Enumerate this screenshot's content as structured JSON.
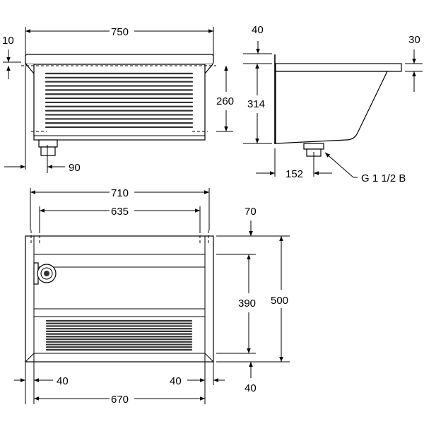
{
  "front_view": {
    "width_750": "750",
    "rim_10": "10",
    "depth_260": "260",
    "drain_offset_90": "90"
  },
  "side_view": {
    "wall_40": "40",
    "height_314": "314",
    "rim_30": "30",
    "drain_offset_152": "152",
    "thread_label": "G 1 1/2 B"
  },
  "plan_view": {
    "width_710": "710",
    "width_635": "635",
    "offset_70": "70",
    "depth_390": "390",
    "depth_500": "500",
    "left_40": "40",
    "right_40": "40",
    "bottom_40": "40",
    "width_670": "670"
  }
}
